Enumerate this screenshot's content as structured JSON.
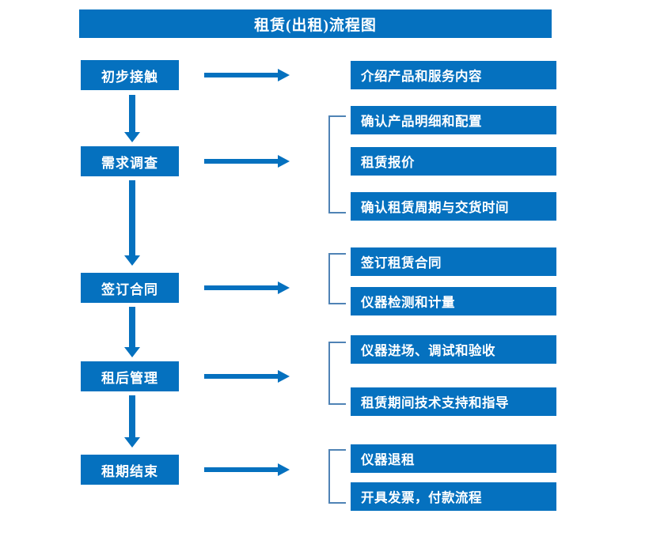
{
  "title": "租赁(出租)流程图",
  "colors": {
    "box_fill": "#0571bf",
    "box_text": "#ffffff",
    "arrow": "#0571bf",
    "bracket": "#4f83b5",
    "background": "#ffffff"
  },
  "stages": [
    {
      "id": "initial-contact",
      "label": "初步接触",
      "details": [
        "介绍产品和服务内容"
      ]
    },
    {
      "id": "demand-survey",
      "label": "需求调查",
      "details": [
        "确认产品明细和配置",
        "租赁报价",
        "确认租赁周期与交货时间"
      ]
    },
    {
      "id": "sign-contract",
      "label": "签订合同",
      "details": [
        "签订租赁合同",
        "仪器检测和计量"
      ]
    },
    {
      "id": "post-rental-management",
      "label": "租后管理",
      "details": [
        "仪器进场、调试和验收",
        "租赁期间技术支持和指导"
      ]
    },
    {
      "id": "lease-end",
      "label": "租期结束",
      "details": [
        "仪器退租",
        "开具发票，付款流程"
      ]
    }
  ],
  "details_flat": [
    "介绍产品和服务内容",
    "确认产品明细和配置",
    "租赁报价",
    "确认租赁周期与交货时间",
    "签订租赁合同",
    "仪器检测和计量",
    "仪器进场、调试和验收",
    "租赁期间技术支持和指导",
    "仪器退租",
    "开具发票，付款流程"
  ]
}
